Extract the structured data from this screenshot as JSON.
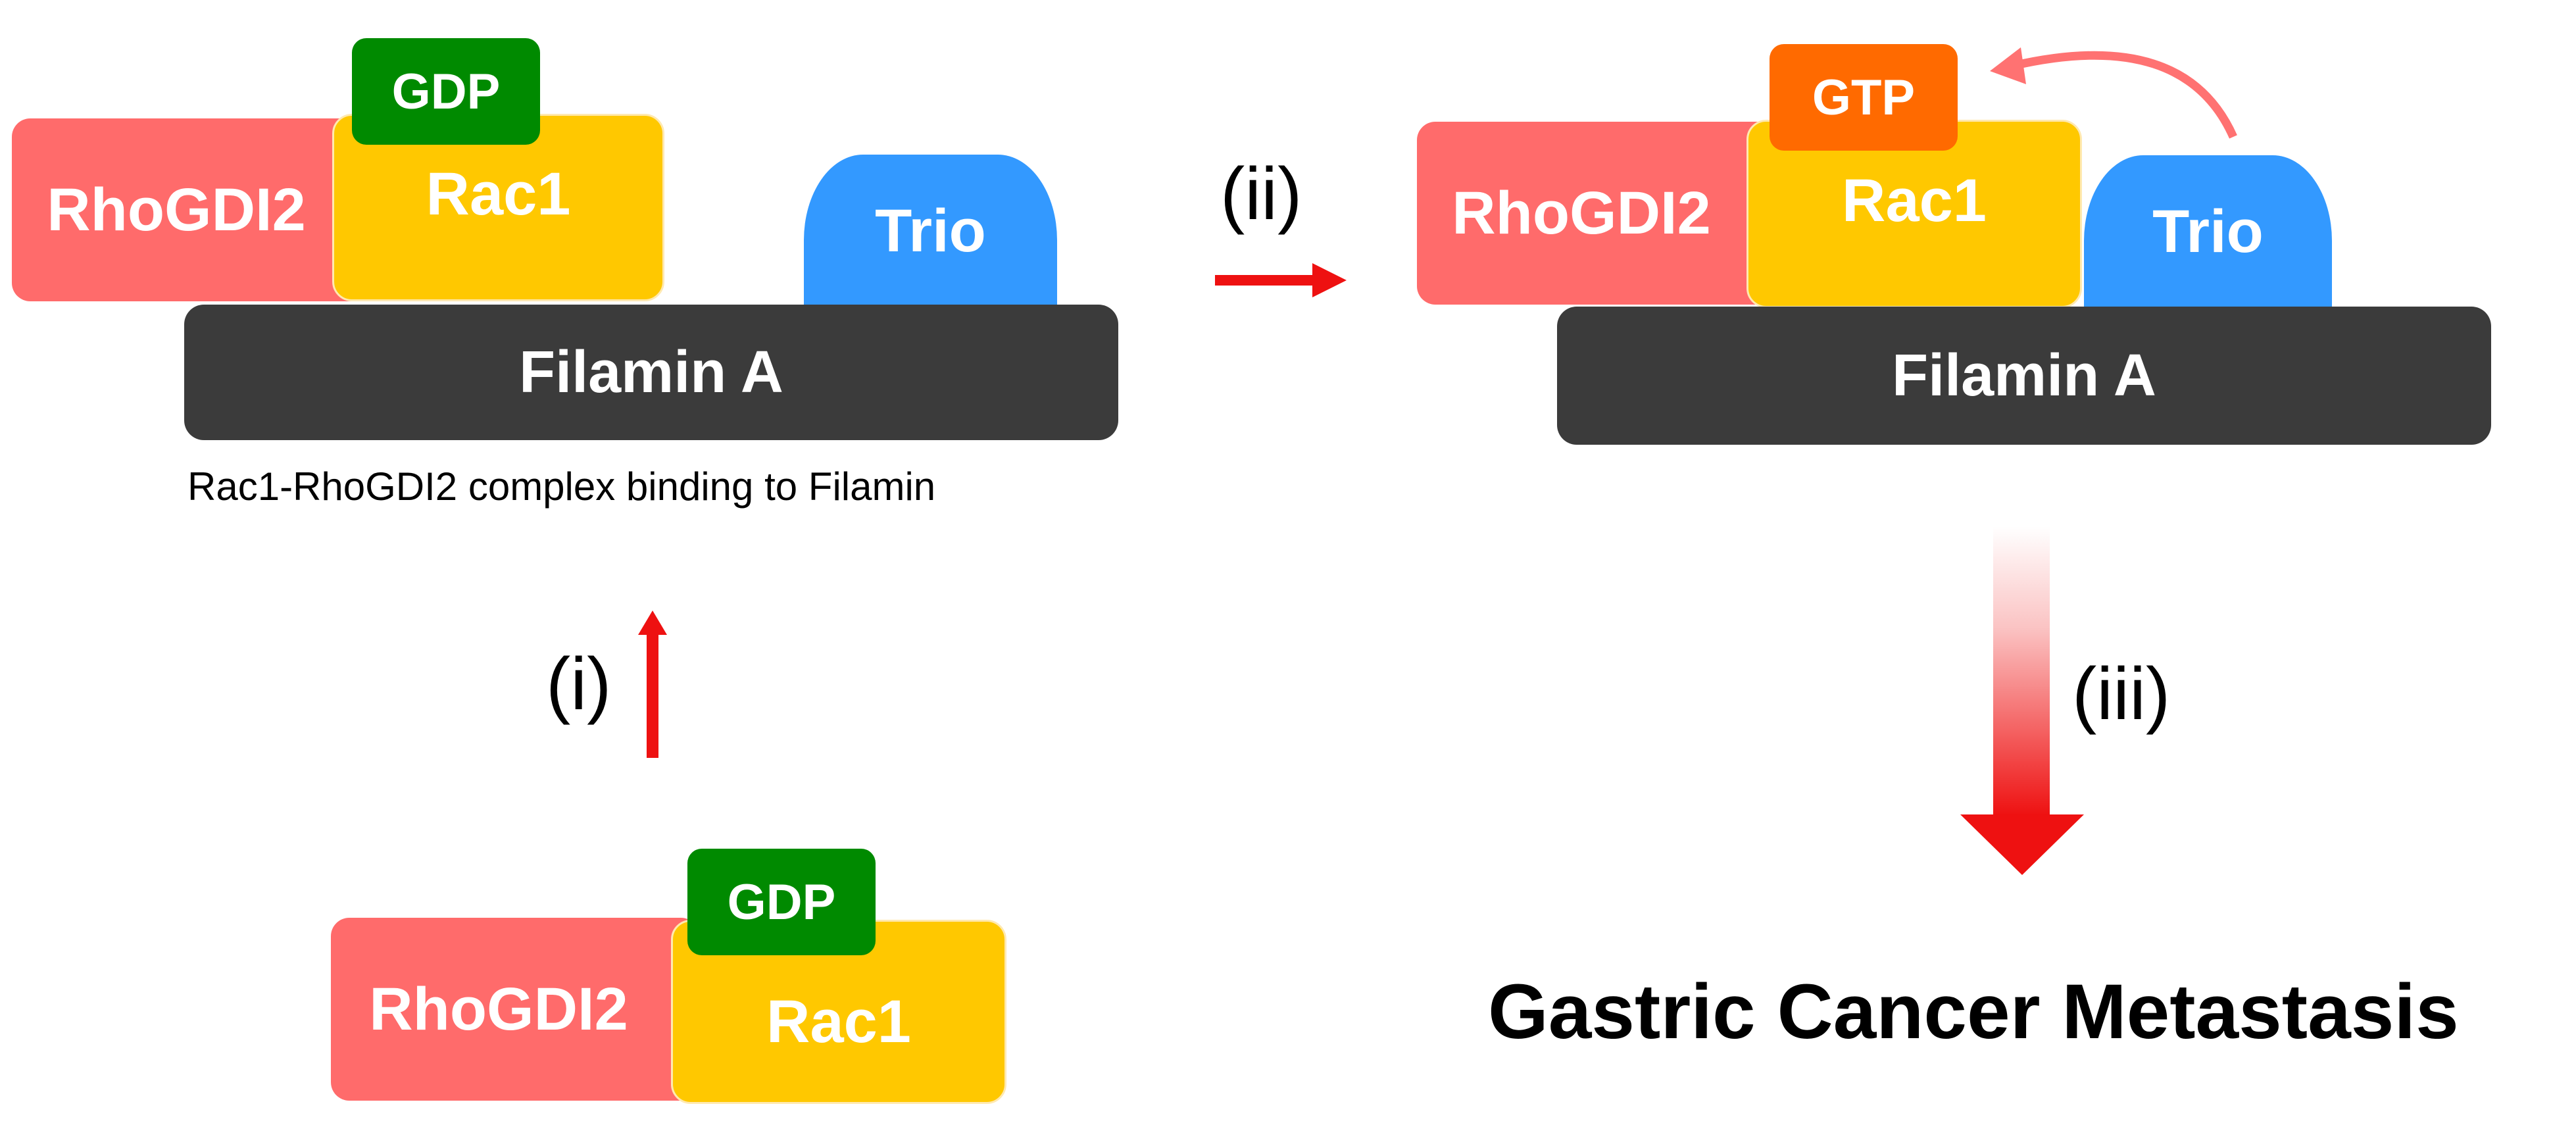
{
  "panel_bound": {
    "rhogdi_label": "RhoGDI2",
    "rac_label": "Rac1",
    "nucleotide_label": "GDP",
    "trio_label": "Trio",
    "filamin_label": "Filamin A",
    "caption": "Rac1-RhoGDI2 complex binding to Filamin"
  },
  "panel_active": {
    "rhogdi_label": "RhoGDI2",
    "rac_label": "Rac1",
    "nucleotide_label": "GTP",
    "trio_label": "Trio",
    "filamin_label": "Filamin A"
  },
  "panel_free": {
    "rhogdi_label": "RhoGDI2",
    "rac_label": "Rac1",
    "nucleotide_label": "GDP"
  },
  "steps": {
    "step_i": "(i)",
    "step_ii": "(ii)",
    "step_iii": "(iii)"
  },
  "outcome": "Gastric Cancer Metastasis",
  "colors": {
    "rhogdi2": "#ff6b6b",
    "rac1": "#ffc800",
    "gdp": "#008a00",
    "gtp": "#ff6a00",
    "trio": "#3399ff",
    "filamin": "#3b3b3b",
    "arrow": "#ee1111"
  }
}
